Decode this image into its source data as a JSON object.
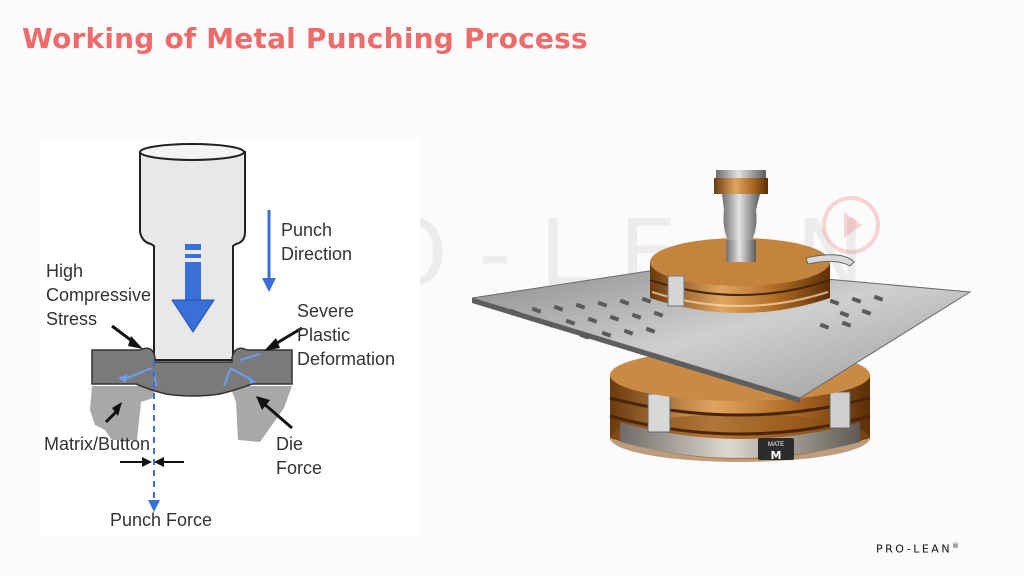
{
  "title": "Working of Metal Punching Process",
  "watermark": "PRO-LEAN",
  "brand": {
    "name": "PRO-LEAN",
    "mark": "®"
  },
  "press_badge": "MATE",
  "diagram_labels": {
    "punch_direction": [
      "Punch",
      "Direction"
    ],
    "high_compressive_stress": [
      "High",
      "Compressive",
      "Stress"
    ],
    "severe_plastic_deformation": [
      "Severe",
      "Plastic",
      "Deformation"
    ],
    "matrix_button": "Matrix/Button",
    "die_force": [
      "Die",
      "Force"
    ],
    "punch_force": "Punch Force"
  },
  "colors": {
    "title": "#ee6b6b",
    "arrow_blue": "#3a6fd8",
    "punch": "#e6e6e6",
    "sheet": "#7d7d7d",
    "bronze": "#c07a2e"
  }
}
